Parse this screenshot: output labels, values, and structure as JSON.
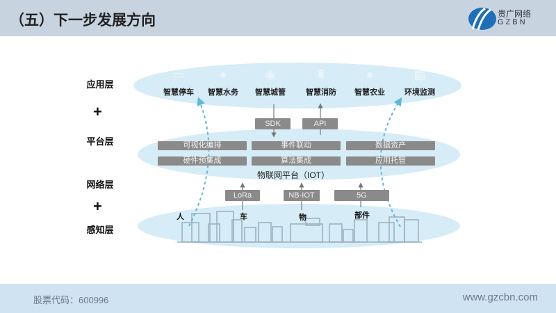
{
  "header": {
    "title": "（五）下一步发展方向",
    "logo_cn": "贵广网络",
    "logo_en": "GZBN"
  },
  "layers": {
    "app": "应用层",
    "platform": "平台层",
    "network": "网络层",
    "perception": "感知层",
    "plus": "+"
  },
  "apps": [
    {
      "label": "智慧停车",
      "icon": "car-icon"
    },
    {
      "label": "智慧水务",
      "icon": "water-icon"
    },
    {
      "label": "智慧城管",
      "icon": "city-icon"
    },
    {
      "label": "智慧消防",
      "icon": "hydrant-icon"
    },
    {
      "label": "智慧农业",
      "icon": "leaf-icon"
    },
    {
      "label": "环境监测",
      "icon": "monitor-icon"
    }
  ],
  "interfaces": {
    "sdk": "SDK",
    "api": "API"
  },
  "platform": {
    "row1": [
      "可视化编排",
      "事件联动",
      "数据资产"
    ],
    "row2": [
      "硬件预集成",
      "算法集成",
      "应用托管"
    ],
    "name": "物联网平台（IOT）"
  },
  "network": [
    "LoRa",
    "NB-IOT",
    "5G"
  ],
  "objects": [
    "人",
    "车",
    "物",
    "部件"
  ],
  "footer": {
    "stock": "股票代码：600996",
    "website": "www.gzcbn.com"
  },
  "colors": {
    "header": "#c8d3e0",
    "ellipse": "#d6ecf7",
    "box": "#8a8a8a",
    "arrow": "#5fb8d8",
    "footer": "#cfe3f3"
  }
}
